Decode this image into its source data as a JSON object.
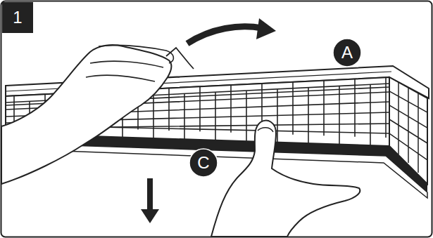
{
  "diagram": {
    "nodes": [
      {
        "text": [
          "1"
        ]
      },
      {
        "text": [
          "A"
        ]
      },
      {
        "text": [
          "C"
        ]
      }
    ]
  }
}
